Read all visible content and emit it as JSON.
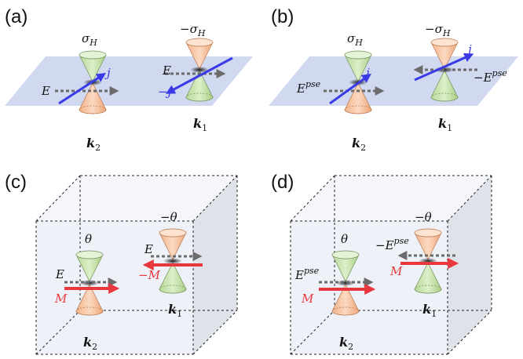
{
  "panels": {
    "a": {
      "label": "(a)",
      "top_cone_left": "σ",
      "top_cone_left_sub": "H",
      "top_cone_right": "−σ",
      "top_cone_right_sub": "H",
      "field_left": "E",
      "field_right": "E",
      "current_left": "j",
      "current_right": "−j",
      "k_left": "k",
      "k_left_sub": "2",
      "k_right": "k",
      "k_right_sub": "1"
    },
    "b": {
      "label": "(b)",
      "top_cone_left": "σ",
      "top_cone_left_sub": "H",
      "top_cone_right": "−σ",
      "top_cone_right_sub": "H",
      "field_left": "E",
      "field_left_sup": "pse",
      "field_right": "−E",
      "field_right_sup": "pse",
      "current_left": "j",
      "current_right": "j",
      "k_left": "k",
      "k_left_sub": "2",
      "k_right": "k",
      "k_right_sub": "1"
    },
    "c": {
      "label": "(c)",
      "top_left": "θ",
      "top_right": "−θ",
      "field_left": "E",
      "field_right": "E",
      "mag_left": "M",
      "mag_right": "−M",
      "k_left": "k",
      "k_left_sub": "2",
      "k_right": "k",
      "k_right_sub": "1"
    },
    "d": {
      "label": "(d)",
      "top_left": "θ",
      "top_right": "−θ",
      "field_left": "E",
      "field_left_sup": "pse",
      "field_right": "−E",
      "field_right_sup": "pse",
      "mag_left": "M",
      "mag_right": "M",
      "k_left": "k",
      "k_left_sub": "2",
      "k_right": "k",
      "k_right_sub": "1"
    }
  },
  "colors": {
    "plane": "#c9d2ee",
    "cone_green": "#cfe8b6",
    "cone_orange": "#f8c8a6",
    "current_blue": "#3a3ae6",
    "magnet_red": "#e8383d",
    "field_gray": "#6b6b6b"
  }
}
